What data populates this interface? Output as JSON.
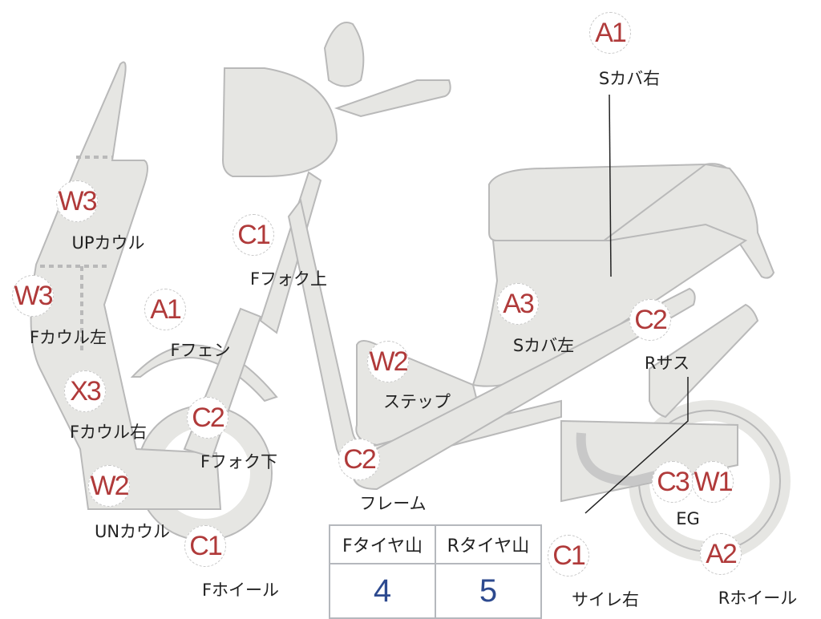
{
  "markers": [
    {
      "code": "A1",
      "label": "Sカバ右"
    },
    {
      "code": "W3",
      "label": "UPカウル"
    },
    {
      "code": "W3",
      "label": "Fカウル左"
    },
    {
      "code": "X3",
      "label": "Fカウル右"
    },
    {
      "code": "W2",
      "label": "UNカウル"
    },
    {
      "code": "C1",
      "label": "Fホイール"
    },
    {
      "code": "C2",
      "label": "Fフォク下"
    },
    {
      "code": "A1",
      "label": "Fフェン"
    },
    {
      "code": "C1",
      "label": "Fフォク上"
    },
    {
      "code": "W2",
      "label": "ステップ"
    },
    {
      "code": "C2",
      "label": "フレーム"
    },
    {
      "code": "A3",
      "label": "Sカバ左"
    },
    {
      "code": "C2",
      "label": "Rサス"
    },
    {
      "code": "C3",
      "label": ""
    },
    {
      "code": "W1",
      "label": "EG"
    },
    {
      "code": "A2",
      "label": "Rホイール"
    },
    {
      "code": "C1",
      "label": "サイレ右"
    }
  ],
  "tire_table": {
    "headers": [
      "Fタイヤ山",
      "Rタイヤ山"
    ],
    "values": [
      "4",
      "5"
    ]
  },
  "colors": {
    "marker": "#b03a3a",
    "body": "#e6e6e3",
    "value": "#2d4a8f"
  }
}
